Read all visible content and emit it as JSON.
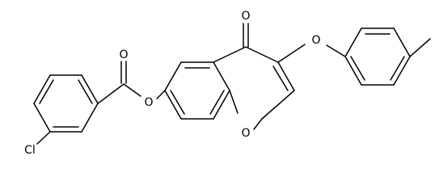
{
  "atoms": {
    "carbonyl_oxygen_ketone": "O",
    "carbonyl_oxygen_ester": "O",
    "ester_oxygen": "O",
    "ether_oxygen": "O",
    "ring_oxygen": "O",
    "chlorine": "Cl"
  }
}
